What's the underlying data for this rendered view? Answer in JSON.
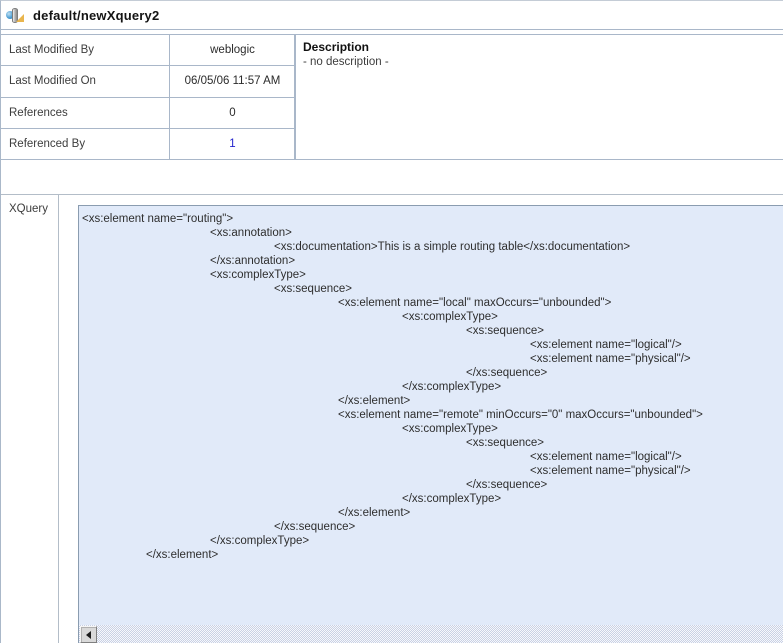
{
  "header": {
    "title": "default/newXquery2",
    "icon": "xquery-resource-icon"
  },
  "summary": {
    "rows": [
      {
        "label": "Last Modified By",
        "value": "weblogic"
      },
      {
        "label": "Last Modified On",
        "value": "06/05/06 11:57 AM"
      },
      {
        "label": "References",
        "value": "0"
      },
      {
        "label": "Referenced By",
        "value": "1"
      }
    ]
  },
  "description": {
    "heading": "Description",
    "body": "- no description -"
  },
  "xquery": {
    "label": "XQuery",
    "code_lines": [
      "<xs:element name=\"routing\">",
      "\t\t<xs:annotation>",
      "\t\t\t<xs:documentation>This is a simple routing table</xs:documentation>",
      "\t\t</xs:annotation>",
      "\t\t<xs:complexType>",
      "\t\t\t<xs:sequence>",
      "\t\t\t\t<xs:element name=\"local\" maxOccurs=\"unbounded\">",
      "\t\t\t\t\t<xs:complexType>",
      "\t\t\t\t\t\t<xs:sequence>",
      "\t\t\t\t\t\t\t<xs:element name=\"logical\"/>",
      "\t\t\t\t\t\t\t<xs:element name=\"physical\"/>",
      "\t\t\t\t\t\t</xs:sequence>",
      "\t\t\t\t\t</xs:complexType>",
      "\t\t\t\t</xs:element>",
      "\t\t\t\t<xs:element name=\"remote\" minOccurs=\"0\" maxOccurs=\"unbounded\">",
      "\t\t\t\t\t<xs:complexType>",
      "\t\t\t\t\t\t<xs:sequence>",
      "\t\t\t\t\t\t\t<xs:element name=\"logical\"/>",
      "\t\t\t\t\t\t\t<xs:element name=\"physical\"/>",
      "\t\t\t\t\t\t</xs:sequence>",
      "\t\t\t\t\t</xs:complexType>",
      "\t\t\t\t</xs:element>",
      "\t\t\t</xs:sequence>",
      "\t\t</xs:complexType>",
      "\t</xs:element>"
    ]
  },
  "colors": {
    "panel_border": "#a9b7c9",
    "code_box_background": "#e1eaf9",
    "code_box_border": "#8a9cb0",
    "link_blue": "#2222cc",
    "icon_sphere_blue": "#4f9fd4",
    "icon_triangle_yellow": "#e9b54d"
  }
}
